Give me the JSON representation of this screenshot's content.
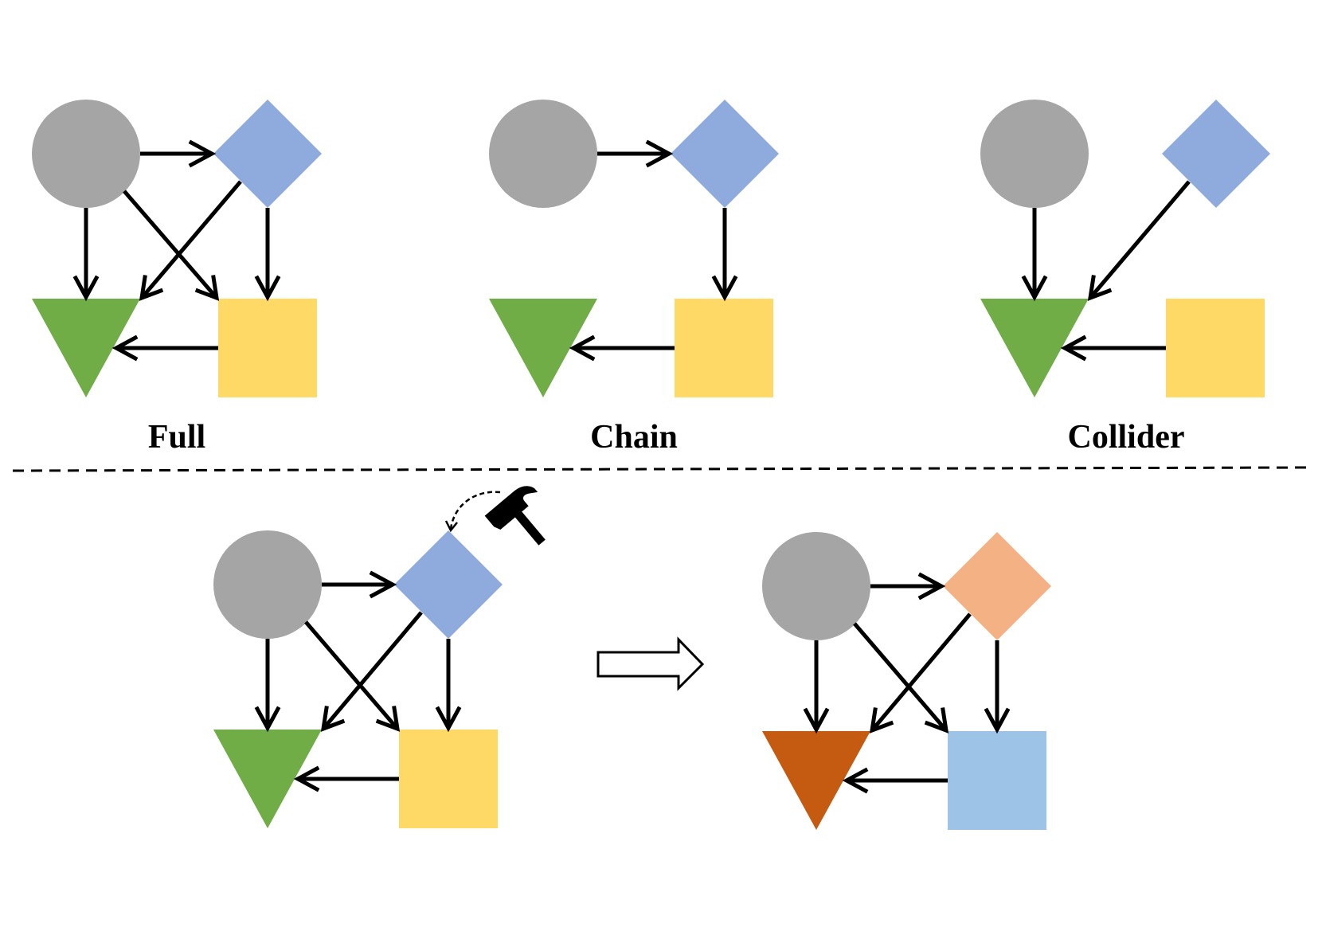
{
  "colors": {
    "gray": "#a5a5a5",
    "blue": "#8faadc",
    "green": "#70ad47",
    "yellow": "#ffd966",
    "orange_diamond": "#f4b183",
    "dark_orange": "#c55a11",
    "light_blue": "#9dc3e6"
  },
  "panels": {
    "full": {
      "label": "Full"
    },
    "chain": {
      "label": "Chain"
    },
    "collider": {
      "label": "Collider"
    }
  },
  "intervention": {
    "tool_icon": "hammer-icon",
    "transition_icon": "hollow-right-arrow-icon"
  }
}
